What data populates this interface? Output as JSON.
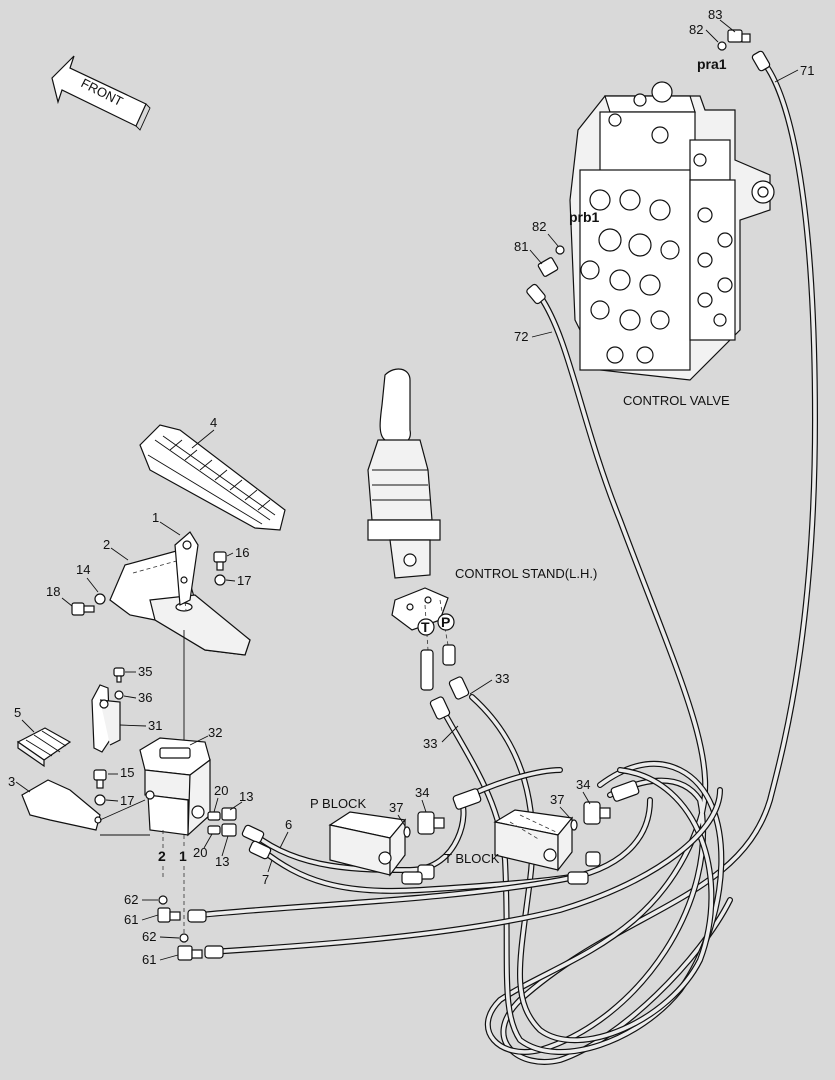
{
  "orientation_label": "FRONT",
  "captions": {
    "control_valve": "CONTROL VALVE",
    "control_stand": "CONTROL STAND(L.H.)",
    "p_block": "P BLOCK",
    "t_block": "T BLOCK"
  },
  "port_labels": {
    "pra1": "pra1",
    "prb1": "prb1",
    "t_port": "T",
    "p_port": "P",
    "port_2": "2",
    "port_1": "1"
  },
  "callouts": {
    "c83": "83",
    "c82a": "82",
    "c71": "71",
    "c82b": "82",
    "c81": "81",
    "c72": "72",
    "c4": "4",
    "c1": "1",
    "c2": "2",
    "c16": "16",
    "c14": "14",
    "c17a": "17",
    "c18": "18",
    "c35": "35",
    "c36": "36",
    "c5": "5",
    "c31": "31",
    "c32": "32",
    "c3": "3",
    "c15": "15",
    "c17b": "17",
    "c20a": "20",
    "c13a": "13",
    "c20b": "20",
    "c13b": "13",
    "c6": "6",
    "c7": "7",
    "c33a": "33",
    "c33b": "33",
    "c37a": "37",
    "c34a": "34",
    "c37b": "37",
    "c34b": "34",
    "c62a": "62",
    "c61a": "61",
    "c62b": "62",
    "c61b": "61"
  },
  "colors": {
    "background": "#d9d9d9",
    "ink": "#111111"
  }
}
